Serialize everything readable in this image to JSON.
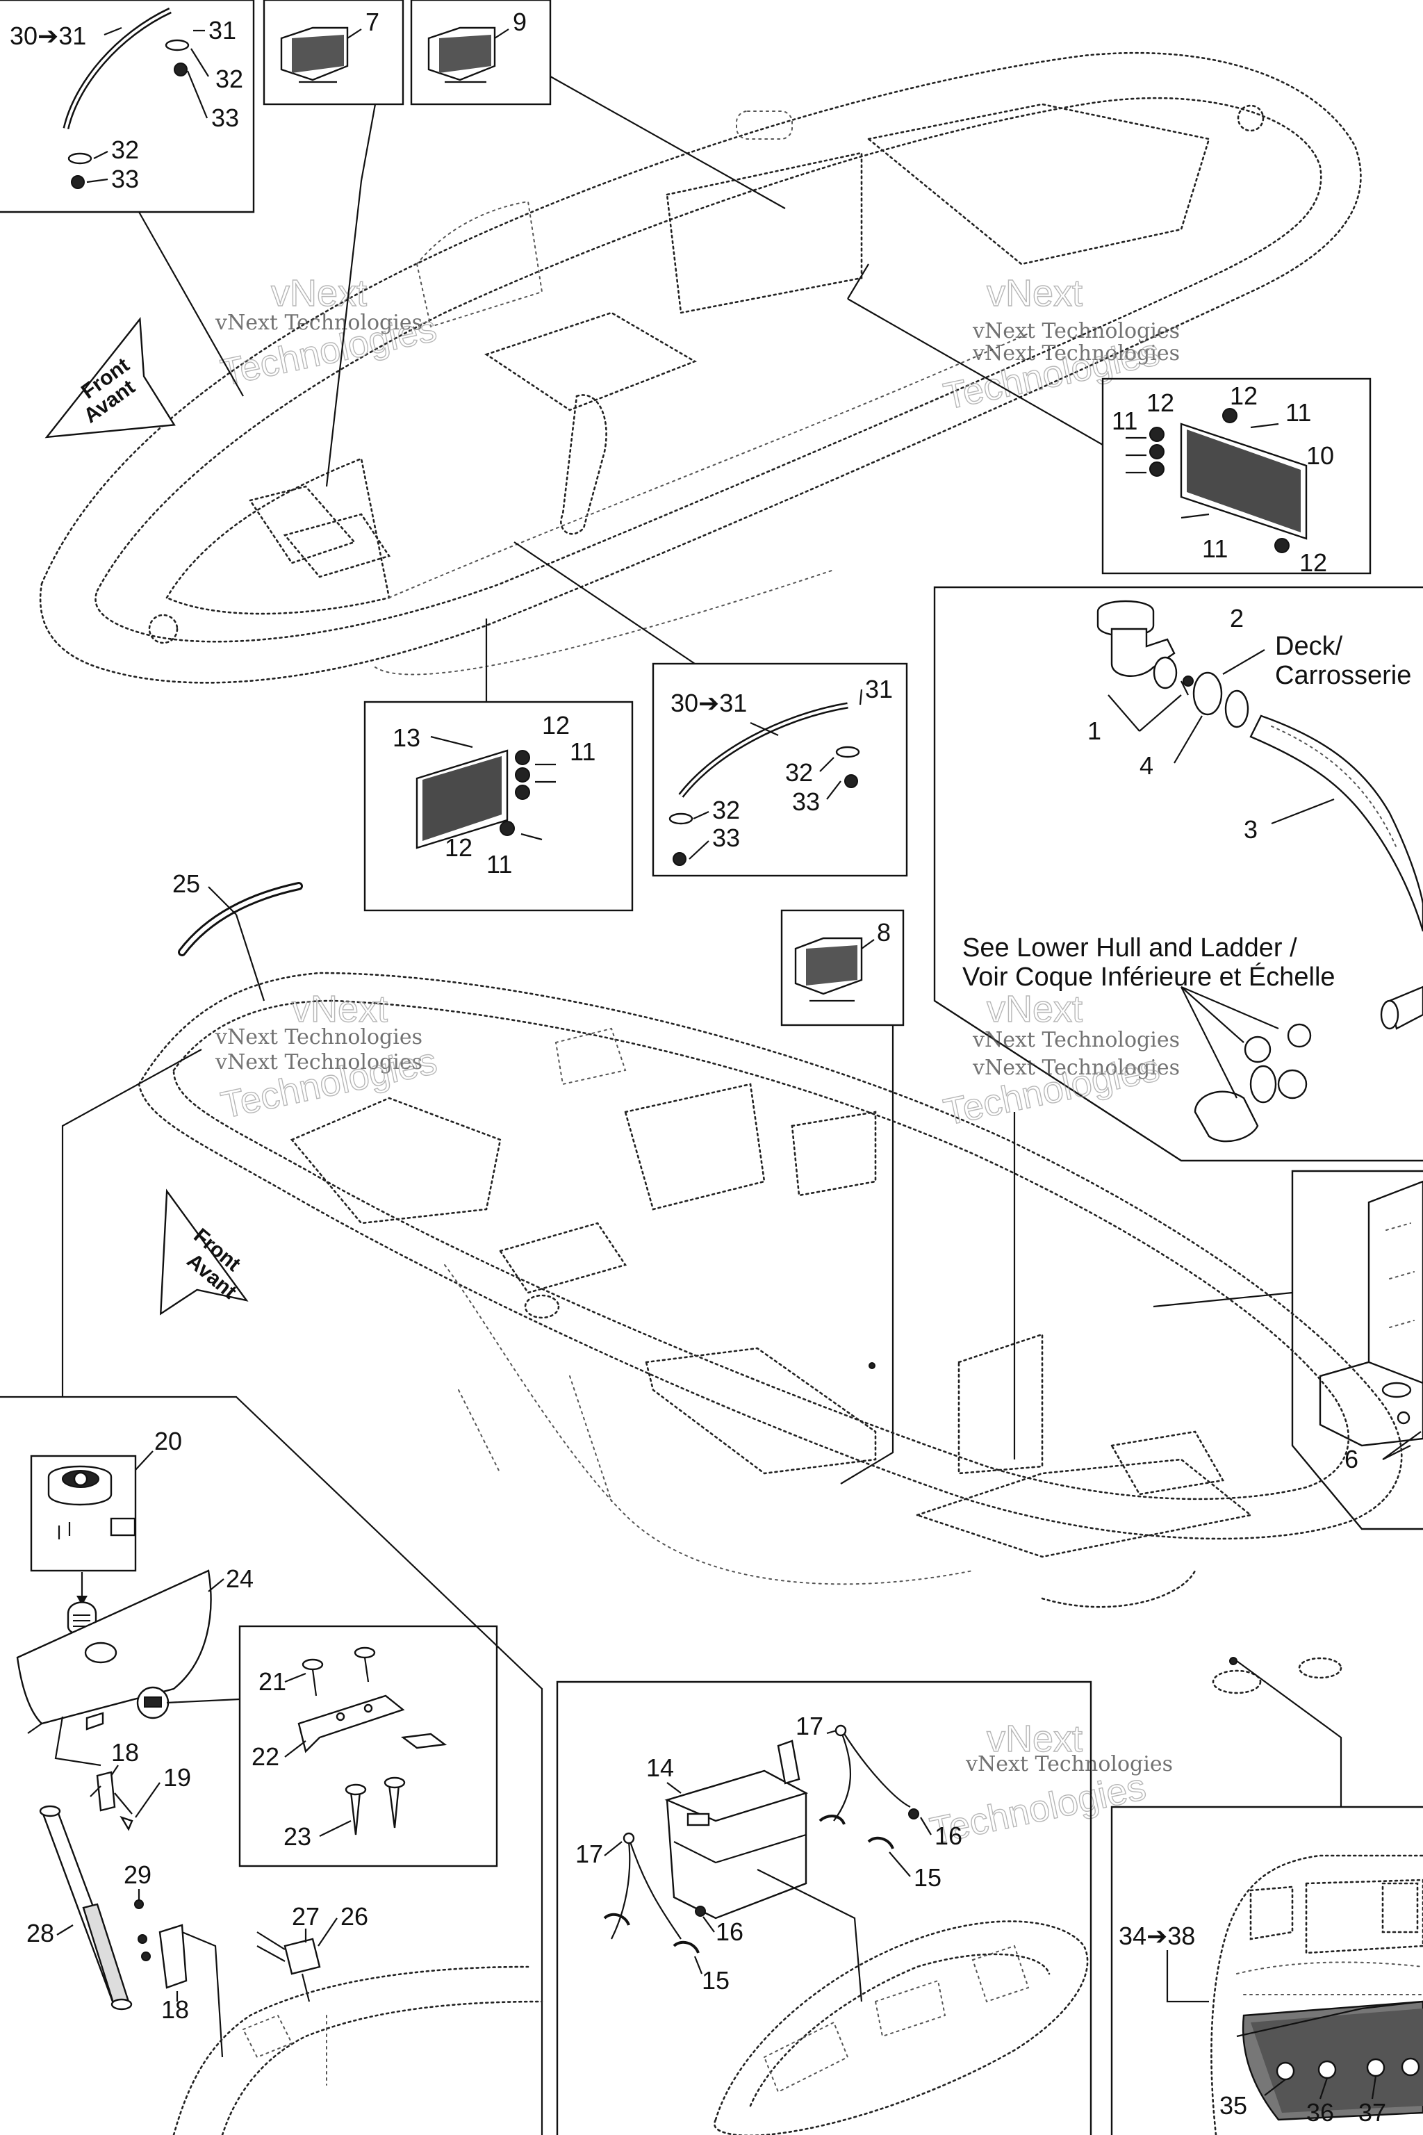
{
  "watermark": {
    "company": "vNext Technologies",
    "word1": "vNext",
    "word2": "Technologies"
  },
  "front_arrow": {
    "line1": "Front",
    "line2": "Avant"
  },
  "notes": {
    "deck_line1": "Deck/",
    "deck_line2": "Carrosserie",
    "see_line1": "See Lower Hull and Ladder /",
    "see_line2": "Voir Coque Inférieure et Échelle"
  },
  "callouts": {
    "c1": "1",
    "c2": "2",
    "c3": "3",
    "c4": "4",
    "c6": "6",
    "c7": "7",
    "c8": "8",
    "c9": "9",
    "c10": "10",
    "c11": "11",
    "c12": "12",
    "c13": "13",
    "c14": "14",
    "c15": "15",
    "c16": "16",
    "c17": "17",
    "c18": "18",
    "c19": "19",
    "c20": "20",
    "c21": "21",
    "c22": "22",
    "c23": "23",
    "c24": "24",
    "c25": "25",
    "c26": "26",
    "c27": "27",
    "c28": "28",
    "c29": "29",
    "c31": "31",
    "c32": "32",
    "c33": "33",
    "c35": "35",
    "c36": "36",
    "c37": "37",
    "range_30_31": "30➔31",
    "range_34_38": "34➔38"
  }
}
